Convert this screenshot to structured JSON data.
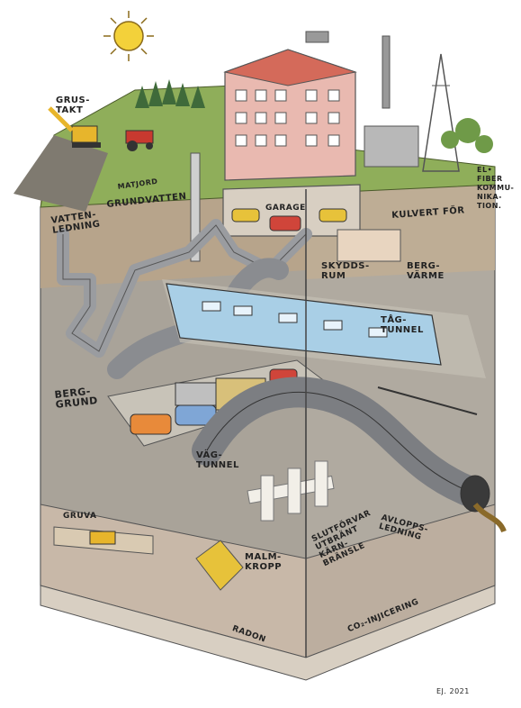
{
  "labels": {
    "grustakt": "GRUS-\nTAKT",
    "matjord": "MATJORD",
    "grundvatten": "GRUNDVATTEN",
    "vattenledning": "VATTEN-\nLEDNING",
    "garage": "GARAGE",
    "kulvert_for": "KULVERT FÖR",
    "el_fiber": "EL•\nFIBER\nKOMMU-\nNIKA-\nTION.",
    "skyddsrum": "SKYDDS-\nRUM",
    "bergvarme": "BERG-\nVÄRME",
    "tagtunnel": "TÅG-\nTUNNEL",
    "berggrund": "BERG-\nGRUND",
    "vagtunnel": "VÄG-\nTUNNEL",
    "gruva": "GRUVA",
    "malmkropp": "MALM-\nKROPP",
    "slutforvar": "SLUTFÖRVAR\nUTBRÄNT\nKÄRN-\nBRÄNSLE",
    "avloppsledning": "AVLOPPS-\nLEDNING",
    "radon": "RADON",
    "co2": "CO₂-INJICERING",
    "signature": "EJ. 2021"
  },
  "colors": {
    "soil": "#b8a48a",
    "rock": "#a9a399",
    "rock_dark": "#8e8880",
    "grass": "#8fae5a",
    "building": "#e9b9b0",
    "pipe": "#9a9ca0",
    "train": "#a9cfe6",
    "sun": "#f3d13a",
    "deep": "#c8b8a8"
  }
}
